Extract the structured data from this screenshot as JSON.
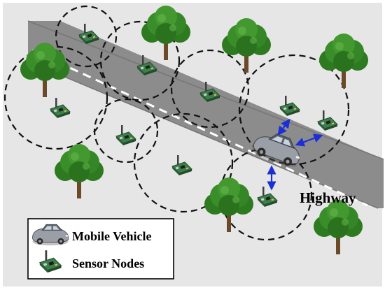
{
  "road": {
    "label": "Highway"
  },
  "legend": {
    "vehicle_label": "Mobile Vehicle",
    "sensor_label": "Sensor Nodes"
  },
  "colors": {
    "background": "#e8e8e8",
    "road": "#8c8c8c",
    "road_edge": "#7a7a7a",
    "lane_marking": "#ffffff",
    "coverage_circle": "#111111",
    "arrow": "#1c2fd6",
    "tree_foliage": "#2f7d22",
    "tree_trunk": "#6b4a2a",
    "sensor_board": "#3d7f4a",
    "car_body": "#9a9ea6"
  }
}
